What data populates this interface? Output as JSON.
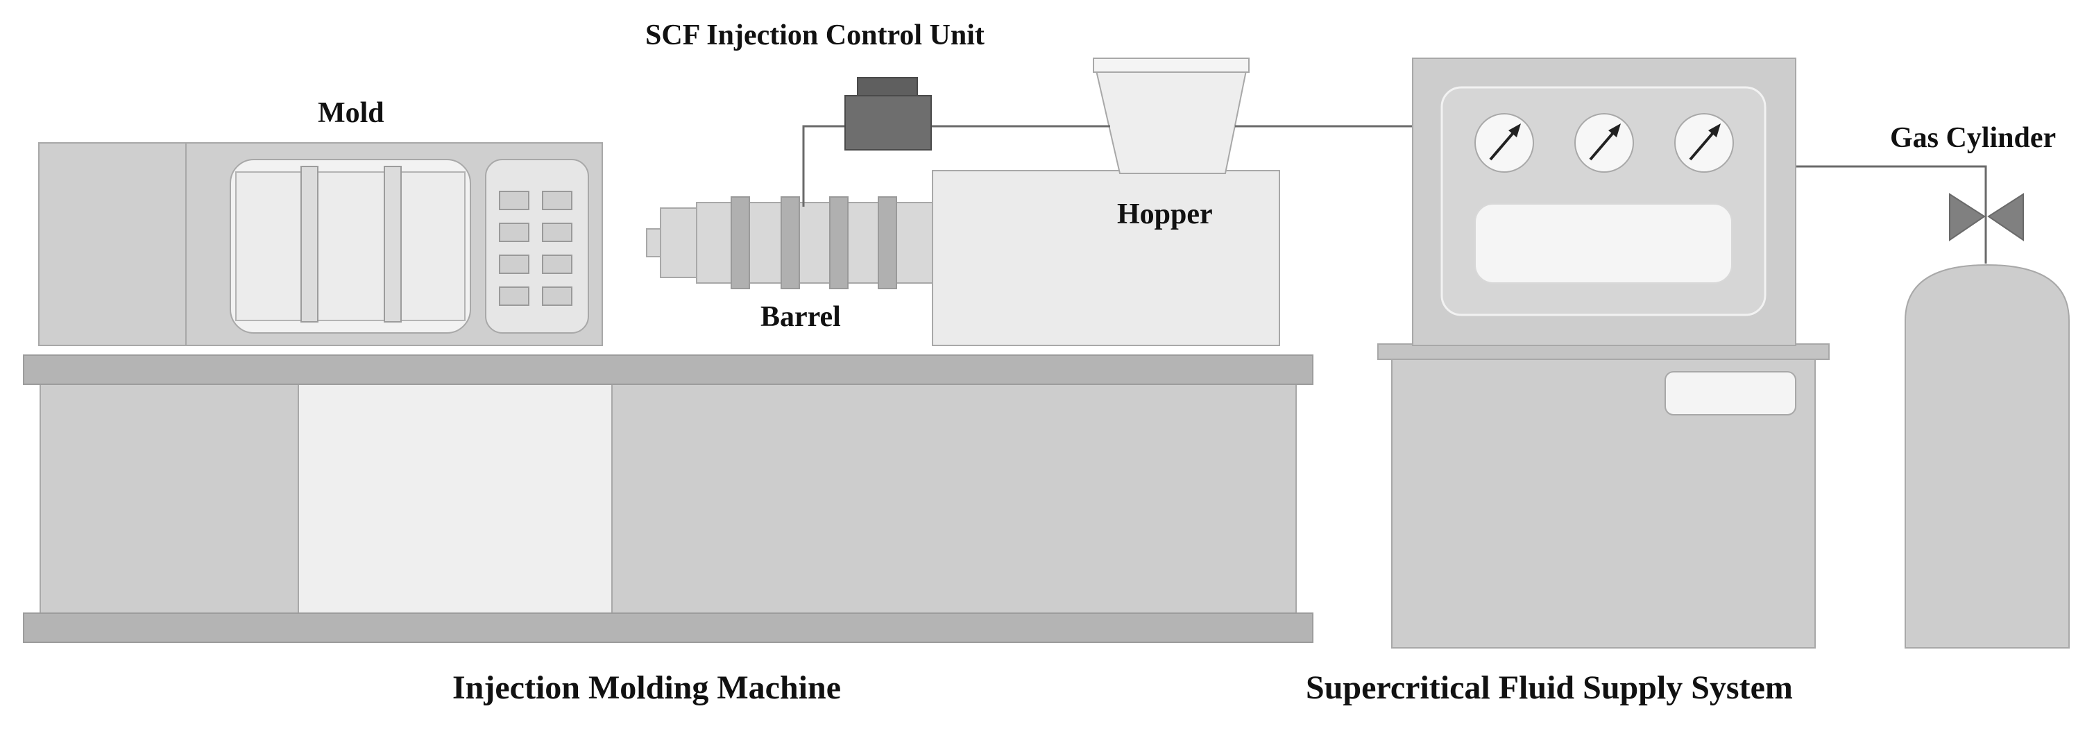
{
  "labels": {
    "mold": "Mold",
    "scf_control_unit": "SCF Injection Control Unit",
    "hopper": "Hopper",
    "barrel": "Barrel",
    "gas_cylinder": "Gas Cylinder",
    "injection_machine": "Injection Molding Machine",
    "scf_supply_system": "Supercritical Fluid Supply System"
  },
  "colors": {
    "body_fill": "#d0d0d0",
    "light_fill": "#ececec",
    "mid_fill": "#c8c8c8",
    "dark_fill": "#6e6e6e",
    "rail_fill": "#b4b4b4",
    "outline": "#9a9a9a",
    "line": "#6a6a6a"
  }
}
